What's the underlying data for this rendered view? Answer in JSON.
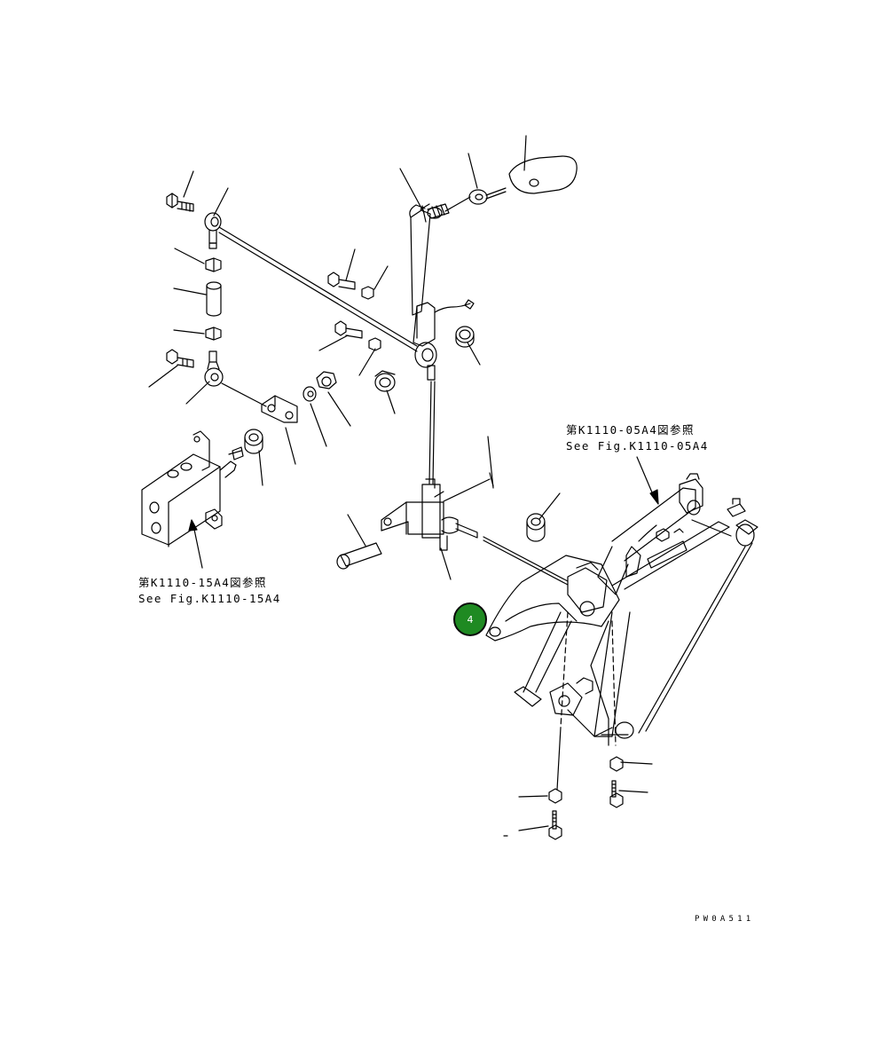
{
  "references": {
    "ref_upper": {
      "line1": "第K1110-05A4図参照",
      "line2": "See Fig.K1110-05A4"
    },
    "ref_lower": {
      "line1": "第K1110-15A4図参照",
      "line2": "See Fig.K1110-15A4"
    }
  },
  "callout": {
    "number": "4",
    "color": "#1f8a22"
  },
  "drawing_code": "PW0A511"
}
